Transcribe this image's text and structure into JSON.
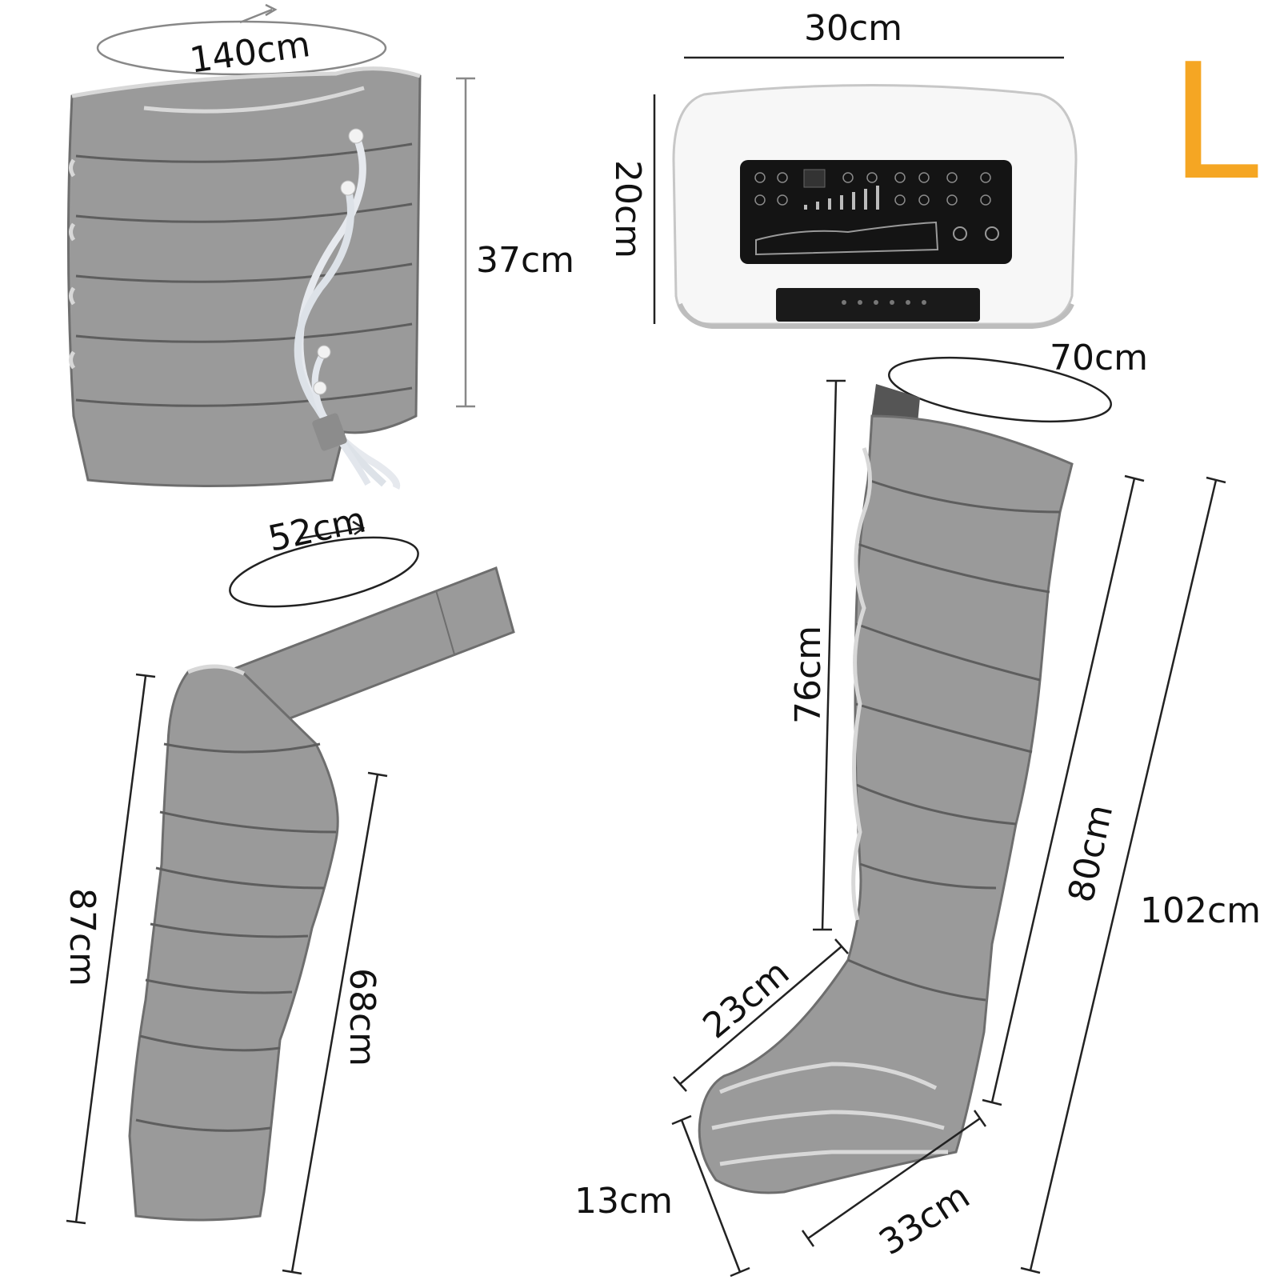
{
  "size_label": "L",
  "accent_color": "#f5a623",
  "dimensions": {
    "waist_circumference": "140cm",
    "waist_height": "37cm",
    "device_width": "30cm",
    "device_height": "20cm",
    "leg_circumference": "70cm",
    "leg_inner_length": "76cm",
    "leg_front_length": "80cm",
    "leg_total_length": "102cm",
    "leg_ankle_width": "23cm",
    "leg_foot_height": "13cm",
    "leg_foot_length": "33cm",
    "arm_circumference": "52cm",
    "arm_total_length": "87cm",
    "arm_inner_length": "68cm"
  }
}
